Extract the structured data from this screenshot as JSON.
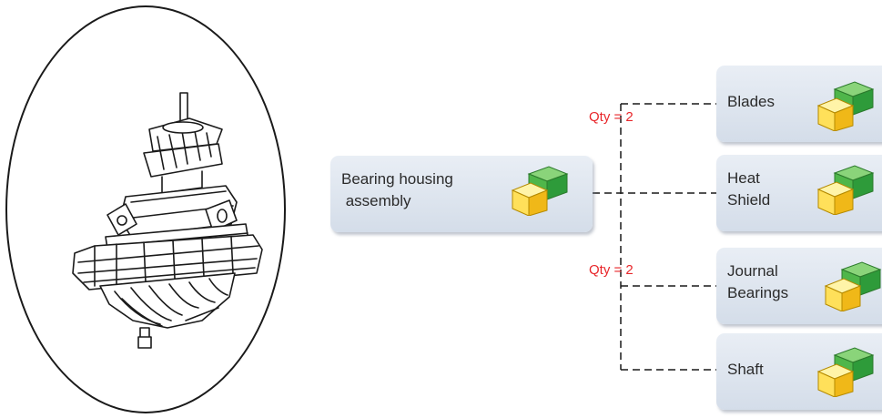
{
  "root": {
    "label": "Bearing housing\n assembly",
    "icon": "component-cube-icon"
  },
  "children": [
    {
      "id": "blades",
      "label": "Blades",
      "icon": "component-cube-icon"
    },
    {
      "id": "heat-shield",
      "label": "Heat\nShield",
      "icon": "component-cube-icon"
    },
    {
      "id": "journal-bearings",
      "label": "Journal\nBearings",
      "icon": "component-cube-icon"
    },
    {
      "id": "shaft",
      "label": "Shaft",
      "icon": "component-cube-icon"
    }
  ],
  "quantities": [
    {
      "for": "blades",
      "text": "Qty = 2"
    },
    {
      "for": "journal-bearings",
      "text": "Qty = 2"
    }
  ],
  "colors": {
    "node_fill": "#dfe6ef",
    "qty_text": "#e8262a",
    "connector": "#1a1a1a",
    "cube_green": "#3aa53a",
    "cube_yellow": "#f5c21b"
  }
}
